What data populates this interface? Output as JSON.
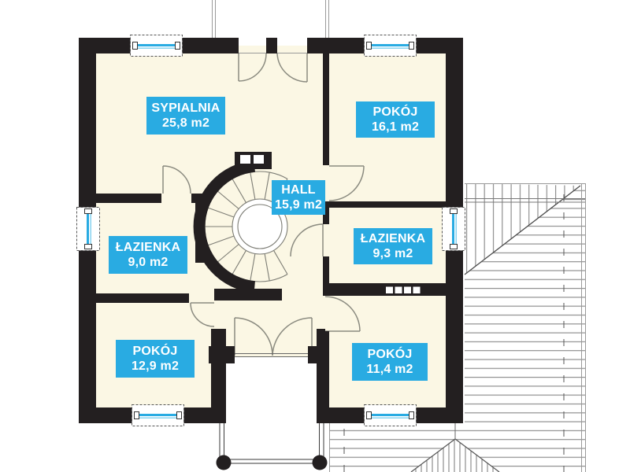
{
  "rooms": [
    {
      "name": "sypialnia",
      "label": "SYPIALNIA",
      "area": "25,8 m2"
    },
    {
      "name": "pokoj-top-right",
      "label": "POKÓJ",
      "area": "16,1 m2"
    },
    {
      "name": "hall",
      "label": "HALL",
      "area": "15,9 m2"
    },
    {
      "name": "lazienka-left",
      "label": "ŁAZIENKA",
      "area": "9,0 m2"
    },
    {
      "name": "lazienka-right",
      "label": "ŁAZIENKA",
      "area": "9,3 m2"
    },
    {
      "name": "pokoj-bottom-left",
      "label": "POKÓJ",
      "area": "12,9 m2"
    },
    {
      "name": "pokoj-bottom-right",
      "label": "POKÓJ",
      "area": "11,4 m2"
    }
  ],
  "colors": {
    "label_background": "#29ABE2",
    "label_text": "#FFFFFF",
    "wall": "#231F20",
    "floor": "#FBF7E4",
    "window_glass": "#29ABE2",
    "roof_hatch": "#8F8F8F"
  }
}
